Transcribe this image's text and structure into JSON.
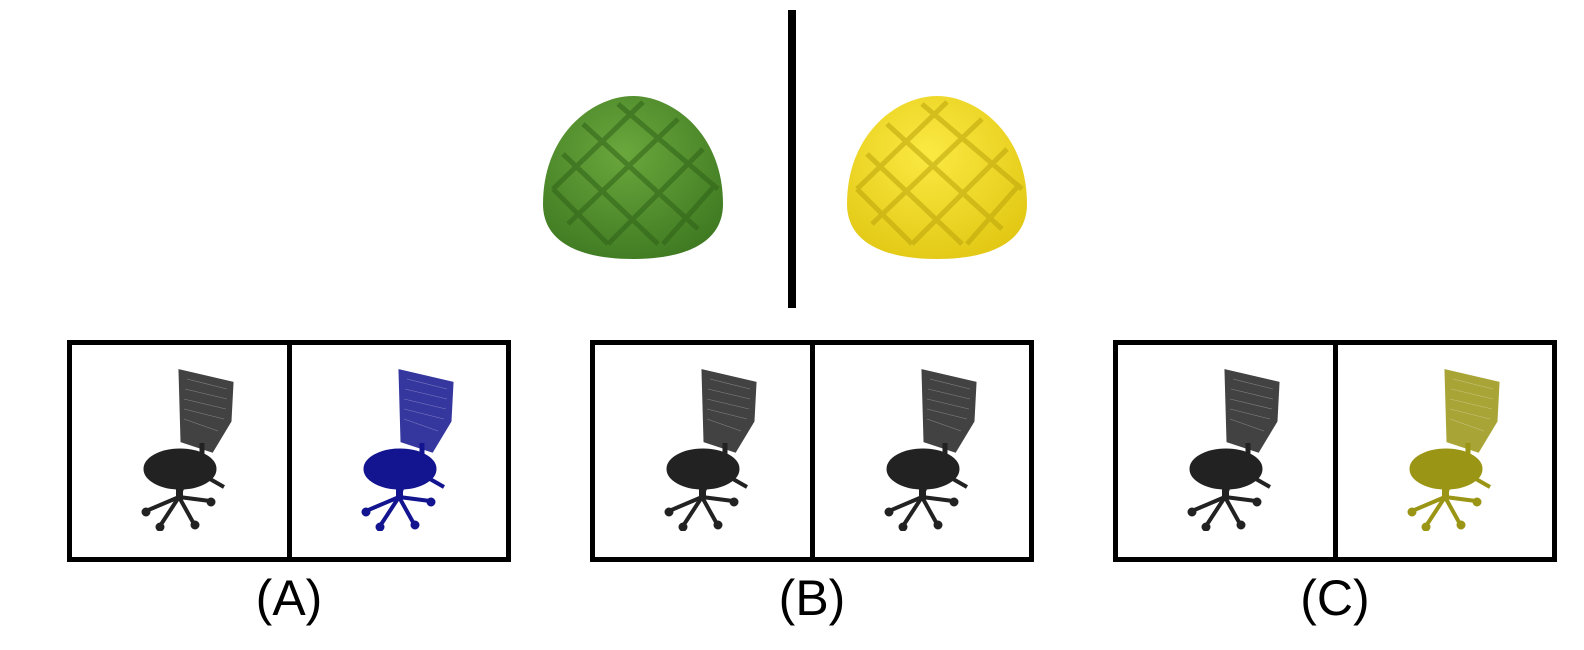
{
  "reference": {
    "left_object": {
      "icon": "melon-bun-icon",
      "color": "#4f8f2b"
    },
    "right_object": {
      "icon": "melon-bun-icon",
      "color": "#f0dc22"
    }
  },
  "options": [
    {
      "label": "(A)",
      "left_chair_color": "#222222",
      "right_chair_color": "#13148f"
    },
    {
      "label": "(B)",
      "left_chair_color": "#222222",
      "right_chair_color": "#222222"
    },
    {
      "label": "(C)",
      "left_chair_color": "#222222",
      "right_chair_color": "#9a9514"
    }
  ]
}
